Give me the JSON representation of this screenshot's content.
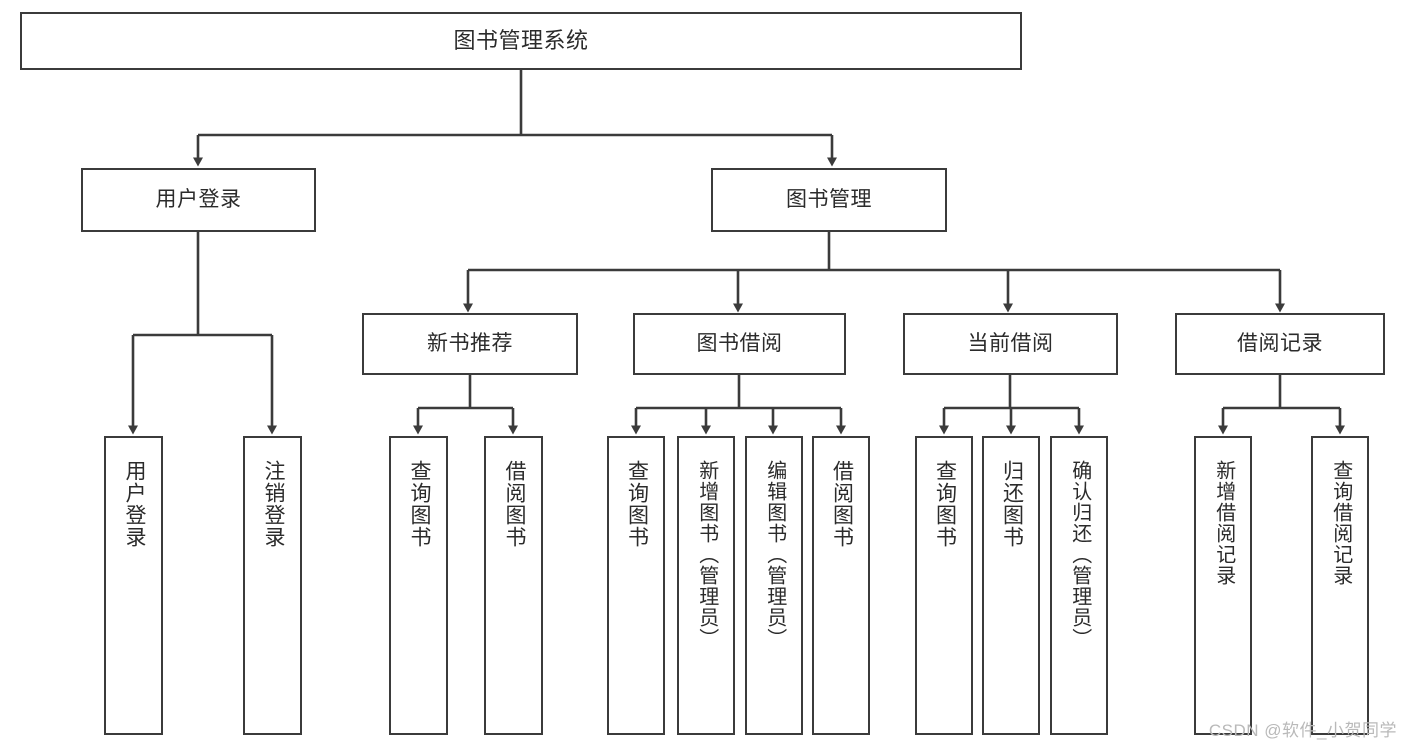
{
  "diagram": {
    "title": "图书管理系统",
    "type": "tree-hierarchy-chart",
    "colors": {
      "box_border": "#3b3b3b",
      "box_fill": "#ffffff",
      "connector": "#3b3b3b",
      "text": "#2b2b2b",
      "watermark": "#b9b9b9",
      "background": "#ffffff"
    },
    "root": {
      "label": "图书管理系统"
    },
    "level1": [
      {
        "label": "用户登录"
      },
      {
        "label": "图书管理"
      }
    ],
    "level2": [
      {
        "label": "新书推荐"
      },
      {
        "label": "图书借阅"
      },
      {
        "label": "当前借阅"
      },
      {
        "label": "借阅记录"
      }
    ],
    "leaves": {
      "user_login": [
        {
          "label": "用户登录"
        },
        {
          "label": "注销登录"
        }
      ],
      "new_book_recommend": [
        {
          "label": "查询图书"
        },
        {
          "label": "借阅图书"
        }
      ],
      "book_borrow": [
        {
          "label": "查询图书"
        },
        {
          "label": "新增图书（管理员）"
        },
        {
          "label": "编辑图书（管理员）"
        },
        {
          "label": "借阅图书"
        }
      ],
      "current_borrow": [
        {
          "label": "查询图书"
        },
        {
          "label": "归还图书"
        },
        {
          "label": "确认归还（管理员）"
        }
      ],
      "borrow_record": [
        {
          "label": "新增借阅记录"
        },
        {
          "label": "查询借阅记录"
        }
      ]
    }
  },
  "watermark": {
    "text": "CSDN @软件_小贺同学"
  }
}
